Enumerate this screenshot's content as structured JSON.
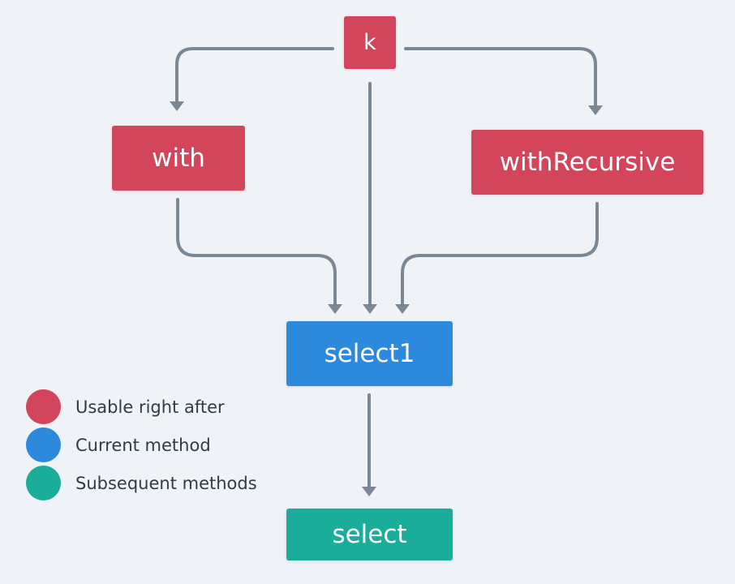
{
  "colors": {
    "usable": "#d3455a",
    "current": "#2d89dc",
    "subsequent": "#1aae9a",
    "edge": "#7a8794"
  },
  "nodes": {
    "k": {
      "label": "k",
      "role": "usable"
    },
    "with": {
      "label": "with",
      "role": "usable"
    },
    "withRecursive": {
      "label": "withRecursive",
      "role": "usable"
    },
    "select1": {
      "label": "select1",
      "role": "current"
    },
    "select": {
      "label": "select",
      "role": "subsequent"
    }
  },
  "edges": [
    {
      "from": "k",
      "to": "with"
    },
    {
      "from": "k",
      "to": "withRecursive"
    },
    {
      "from": "k",
      "to": "select1"
    },
    {
      "from": "with",
      "to": "select1"
    },
    {
      "from": "withRecursive",
      "to": "select1"
    },
    {
      "from": "select1",
      "to": "select"
    }
  ],
  "legend": {
    "items": [
      {
        "label": "Usable right after",
        "role": "usable"
      },
      {
        "label": "Current method",
        "role": "current"
      },
      {
        "label": "Subsequent methods",
        "role": "subsequent"
      }
    ]
  }
}
